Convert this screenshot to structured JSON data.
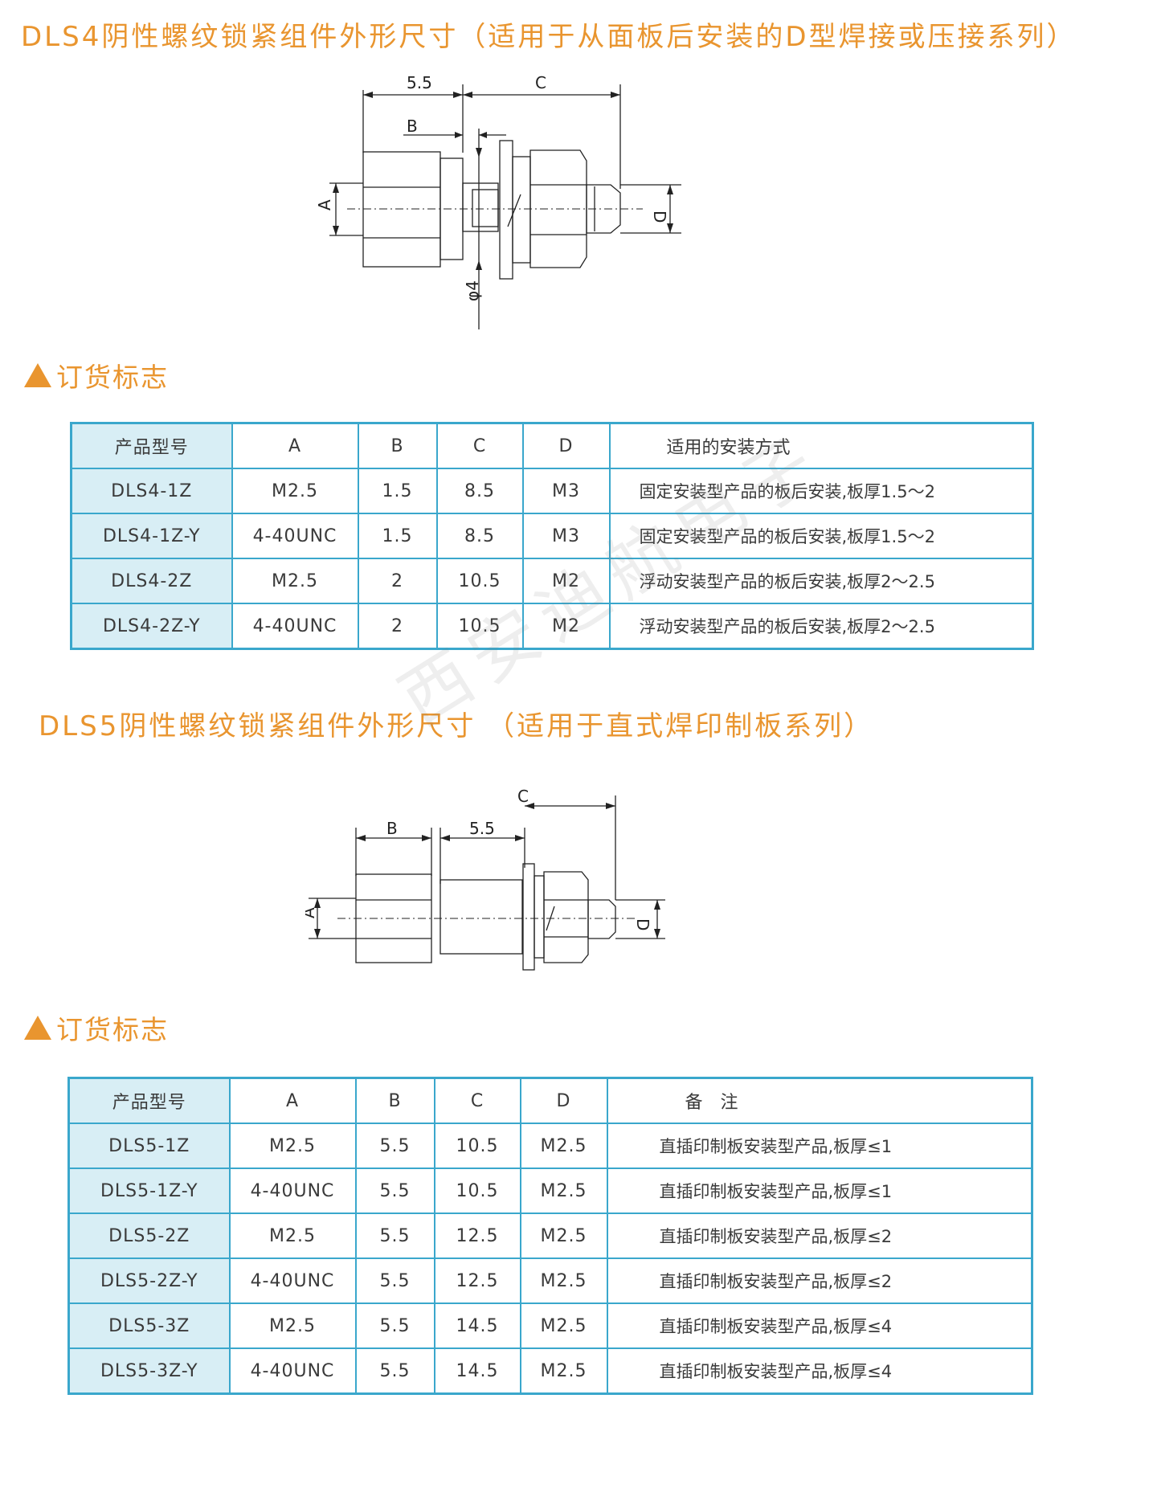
{
  "section1": {
    "title": "DLS4阴性螺纹锁紧组件外形尺寸（适用于从面板后安装的D型焊接或压接系列）",
    "drawing_labels": {
      "dim_55": "5.5",
      "dim_c": "C",
      "dim_b": "B",
      "dim_a": "A",
      "dim_d": "D",
      "dim_phi": "φ4"
    },
    "order_heading": "订货标志",
    "table": {
      "headers": [
        "产品型号",
        "A",
        "B",
        "C",
        "D",
        "适用的安装方式"
      ],
      "rows": [
        [
          "DLS4-1Z",
          "M2.5",
          "1.5",
          "8.5",
          "M3",
          "固定安装型产品的板后安装,板厚1.5～2"
        ],
        [
          "DLS4-1Z-Y",
          "4-40UNC",
          "1.5",
          "8.5",
          "M3",
          "固定安装型产品的板后安装,板厚1.5～2"
        ],
        [
          "DLS4-2Z",
          "M2.5",
          "2",
          "10.5",
          "M2",
          "浮动安装型产品的板后安装,板厚2～2.5"
        ],
        [
          "DLS4-2Z-Y",
          "4-40UNC",
          "2",
          "10.5",
          "M2",
          "浮动安装型产品的板后安装,板厚2～2.5"
        ]
      ]
    }
  },
  "section2": {
    "title": "DLS5阴性螺纹锁紧组件外形尺寸 （适用于直式焊印制板系列）",
    "drawing_labels": {
      "dim_b": "B",
      "dim_55": "5.5",
      "dim_c": "C",
      "dim_a": "A",
      "dim_d": "D"
    },
    "order_heading": "订货标志",
    "table": {
      "headers": [
        "产品型号",
        "A",
        "B",
        "C",
        "D",
        "备　注"
      ],
      "rows": [
        [
          "DLS5-1Z",
          "M2.5",
          "5.5",
          "10.5",
          "M2.5",
          "直插印制板安装型产品,板厚≤1"
        ],
        [
          "DLS5-1Z-Y",
          "4-40UNC",
          "5.5",
          "10.5",
          "M2.5",
          "直插印制板安装型产品,板厚≤1"
        ],
        [
          "DLS5-2Z",
          "M2.5",
          "5.5",
          "12.5",
          "M2.5",
          "直插印制板安装型产品,板厚≤2"
        ],
        [
          "DLS5-2Z-Y",
          "4-40UNC",
          "5.5",
          "12.5",
          "M2.5",
          "直插印制板安装型产品,板厚≤2"
        ],
        [
          "DLS5-3Z",
          "M2.5",
          "5.5",
          "14.5",
          "M2.5",
          "直插印制板安装型产品,板厚≤4"
        ],
        [
          "DLS5-3Z-Y",
          "4-40UNC",
          "5.5",
          "14.5",
          "M2.5",
          "直插印制板安装型产品,板厚≤4"
        ]
      ]
    }
  },
  "watermark": "西安迪航电子",
  "colors": {
    "accent": "#e9952f",
    "table_border": "#3aa7cc",
    "first_col_bg": "#d8eef5"
  }
}
